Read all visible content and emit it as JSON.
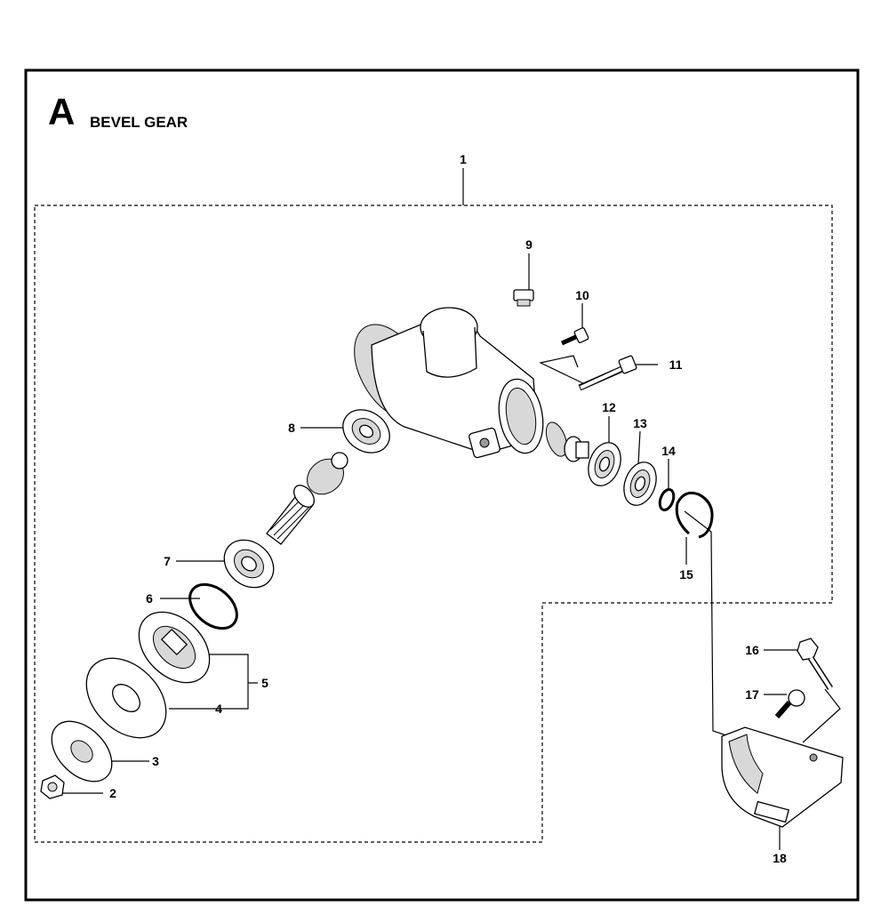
{
  "section": {
    "letter": "A",
    "title": "BEVEL GEAR"
  },
  "callouts": [
    "1",
    "2",
    "3",
    "4",
    "5",
    "6",
    "7",
    "8",
    "9",
    "10",
    "11",
    "12",
    "13",
    "14",
    "15",
    "16",
    "17",
    "18"
  ]
}
